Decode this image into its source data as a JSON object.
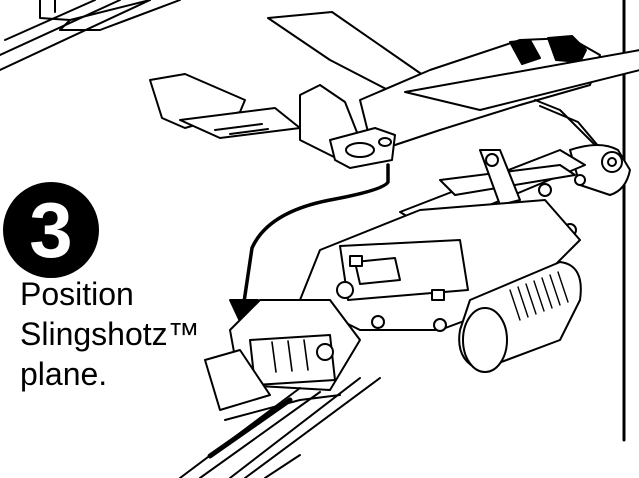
{
  "step": {
    "number": "3",
    "caption_lines": [
      "Position",
      "Slingshotz™",
      "plane."
    ]
  },
  "icons": {
    "illustration": "plane-on-launcher-illustration",
    "arrow": "curved-arrow"
  }
}
